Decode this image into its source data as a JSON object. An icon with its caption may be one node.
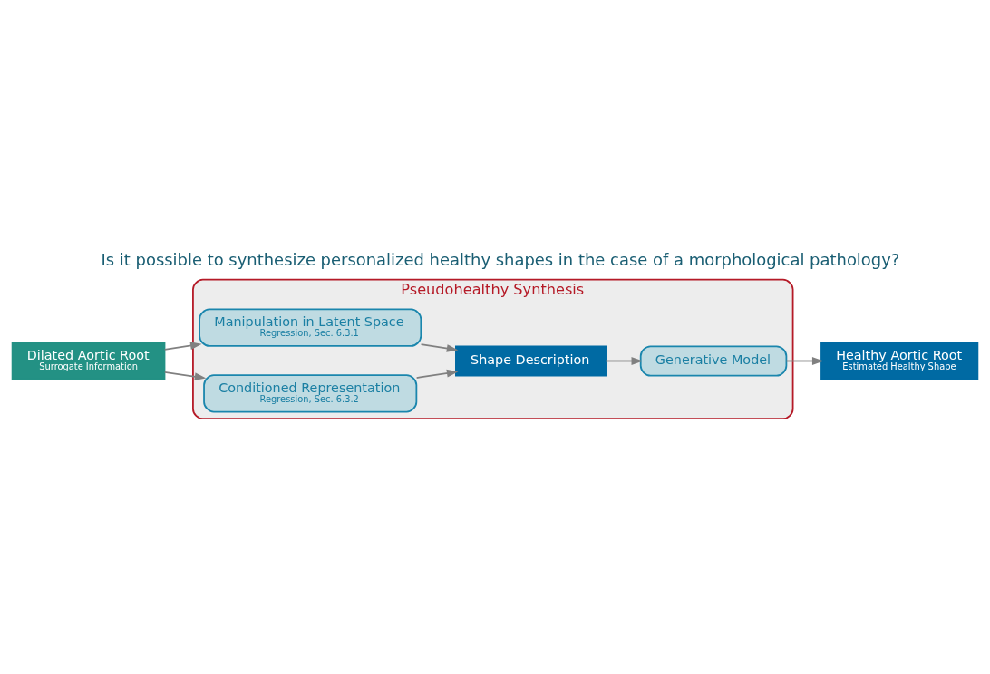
{
  "diagram": {
    "title": "Is it possible to synthesize personalized healthy shapes in the case of a morphological pathology?",
    "nodes": [
      {
        "text": [
          "Dilated Aortic Root",
          "Surrogate Information"
        ]
      },
      {
        "text": [
          "Healthy Aortic Root",
          "Estimated Healthy Shape"
        ]
      },
      {
        "text": [
          "Pseudohealthy Synthesis"
        ]
      },
      {
        "text": [
          "Generative Model"
        ],
        "in": 2
      },
      {
        "text": [
          "Manipulation in Latent Space",
          "Regression, Sec. 6.3.1"
        ],
        "in": 2
      },
      {
        "text": [
          "Shape Description"
        ],
        "in": 2
      },
      {
        "text": [
          "Conditioned Representation",
          "Regression, Sec. 6.3.2"
        ],
        "in": 2
      }
    ],
    "edges": [
      {
        "from": 0,
        "to": 4,
        "arrow": "to"
      },
      {
        "from": 0,
        "to": 6,
        "arrow": "to"
      },
      {
        "from": 4,
        "to": 5,
        "arrow": "to"
      },
      {
        "from": 6,
        "to": 5,
        "arrow": "to"
      },
      {
        "from": 5,
        "to": 3,
        "arrow": "to"
      },
      {
        "from": 3,
        "to": 1,
        "arrow": "to"
      }
    ]
  }
}
